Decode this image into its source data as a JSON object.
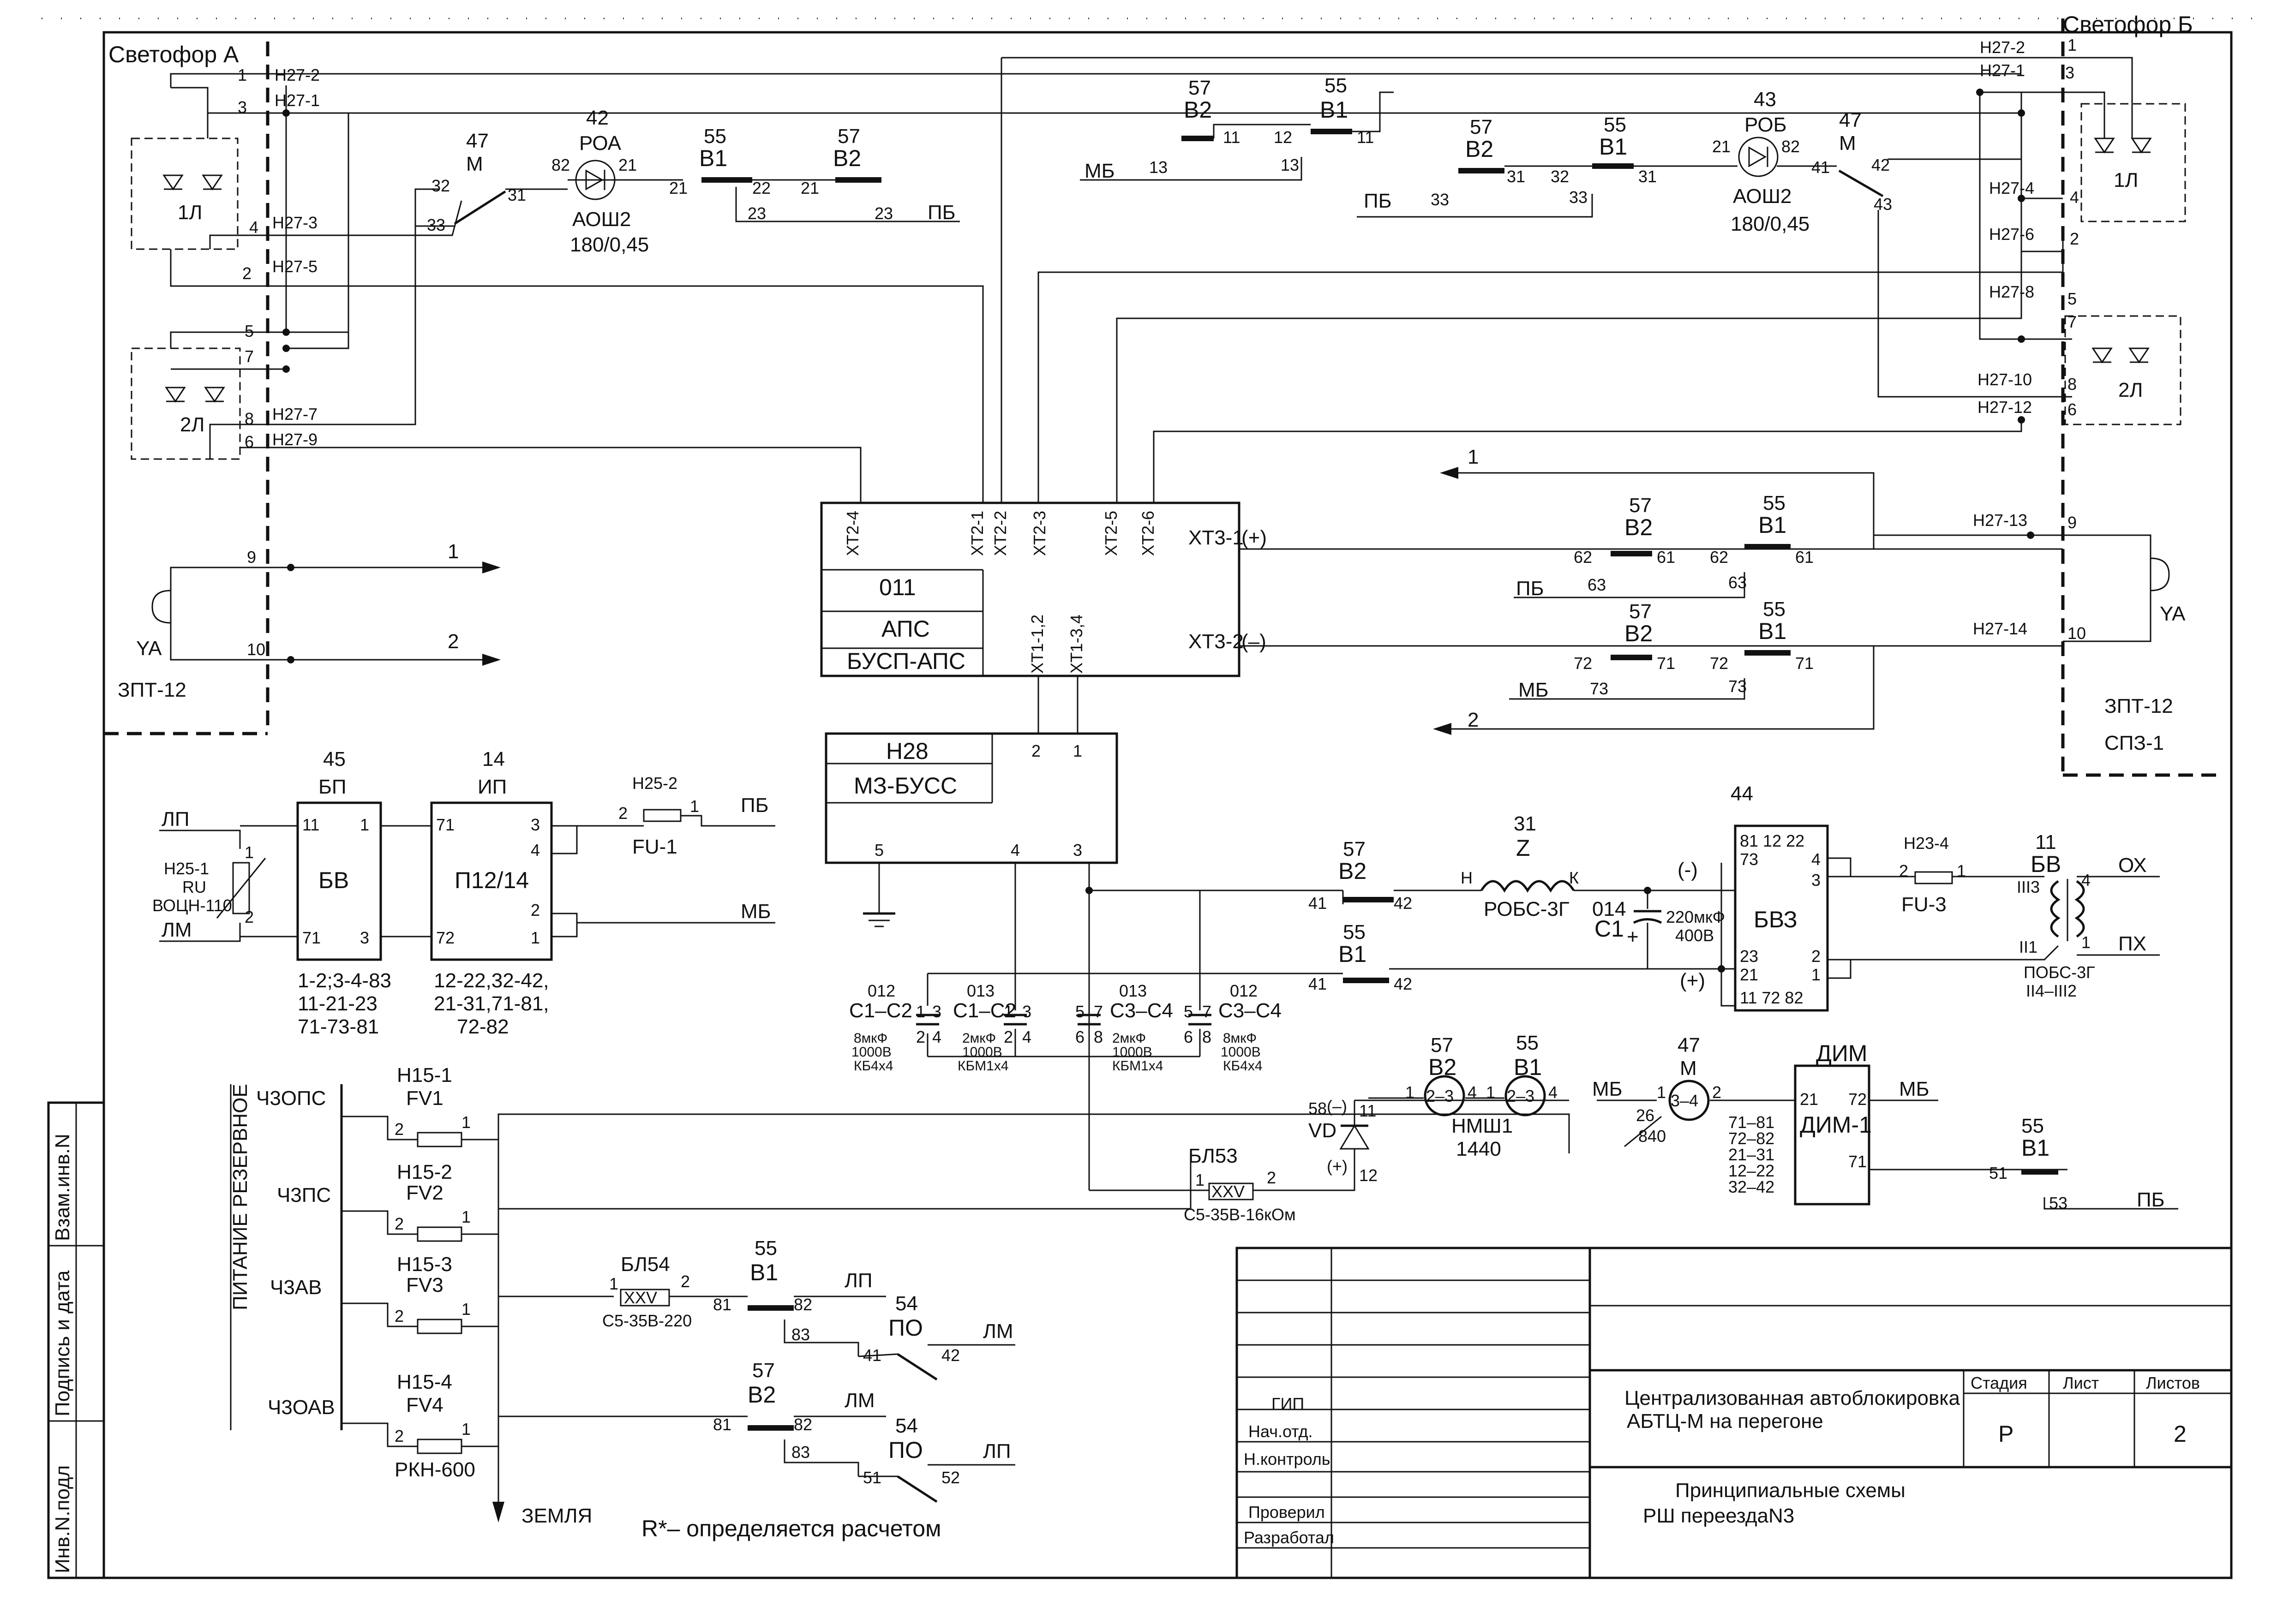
{
  "signals": {
    "a": {
      "title": "Светофор А",
      "wire1": "Н27-2",
      "wire2": "Н27-1",
      "wire3": "Н27-3",
      "wire5": "Н27-5",
      "wire7": "Н27-7",
      "wire9": "Н27-9",
      "lamp1": "1Л",
      "lamp2": "2Л",
      "pins": [
        "1",
        "3",
        "4",
        "2",
        "5",
        "7",
        "8",
        "6"
      ]
    },
    "b": {
      "title": "Светофор Б",
      "wire1": "Н27-2",
      "wire2": "Н27-1",
      "wire3": "Н27-4",
      "wire4": "Н27-6",
      "wire5": "Н27-8",
      "wire6": "Н27-10",
      "wire7": "Н27-12",
      "lamp1": "1Л",
      "lamp2": "2Л",
      "pins": [
        "1",
        "3",
        "4",
        "2",
        "5",
        "7",
        "8",
        "6"
      ]
    }
  },
  "top_left": {
    "relay_m": {
      "num": "47",
      "name": "М",
      "c1": "32",
      "c2": "31",
      "c3": "33"
    },
    "roa": {
      "num": "42",
      "name": "РОА",
      "c1": "82",
      "c2": "21",
      "type": "АОШ2",
      "rating": "180/0,45"
    },
    "v1": {
      "num": "55",
      "name": "В1",
      "c1": "21",
      "c2": "22",
      "c3": "23"
    },
    "v2": {
      "num": "57",
      "name": "В2",
      "c1": "21",
      "c2": "23"
    },
    "pb": "ПБ"
  },
  "top_right": {
    "v2a": {
      "num": "57",
      "name": "В2",
      "c1": "11",
      "c2": "13"
    },
    "v1a": {
      "num": "55",
      "name": "В1",
      "c1": "12",
      "c2": "11",
      "c3": "13"
    },
    "mb": "МБ",
    "v2b": {
      "num": "57",
      "name": "В2",
      "c1": "31",
      "c2": "33"
    },
    "v1b": {
      "num": "55",
      "name": "В1",
      "c1": "32",
      "c2": "31",
      "c3": "33"
    },
    "pb": "ПБ",
    "rob": {
      "num": "43",
      "name": "РОБ",
      "c1": "21",
      "c2": "82",
      "type": "АОШ2",
      "rating": "180/0,45"
    },
    "relay_m": {
      "num": "47",
      "name": "М",
      "c1": "41",
      "c2": "42",
      "c3": "43"
    }
  },
  "buspaps": {
    "pins_top": [
      "ХТ2-4",
      "ХТ2-1",
      "ХТ2-2",
      "ХТ2-3",
      "ХТ2-5",
      "ХТ2-6"
    ],
    "pin_plus": "ХТ3-1",
    "pin_minus": "ХТ3-2",
    "plus": "(+)",
    "minus": "(–)",
    "pins_bottom": [
      "ХТ1-1,2",
      "ХТ1-3,4"
    ],
    "cells": [
      "011",
      "АПС",
      "БУСП-АПС"
    ]
  },
  "right_mid": {
    "arrow1": "1",
    "arrow2": "2",
    "v2p": {
      "num": "57",
      "name": "В2",
      "c1": "62",
      "c2": "61",
      "c3": "63"
    },
    "v1p": {
      "num": "55",
      "name": "В1",
      "c1": "62",
      "c2": "61",
      "c3": "63"
    },
    "v2m": {
      "num": "57",
      "name": "В2",
      "c1": "72",
      "c2": "71",
      "c3": "73"
    },
    "v1m": {
      "num": "55",
      "name": "В1",
      "c1": "72",
      "c2": "71",
      "c3": "73"
    },
    "pb": "ПБ",
    "mb": "МБ",
    "w13": "Н27-13",
    "w14": "Н27-14",
    "p9": "9",
    "p10": "10",
    "bell": "YA",
    "zpt": "ЗПТ-12",
    "spz": "СПЗ-1"
  },
  "left_mid": {
    "p9": "9",
    "p10": "10",
    "arrow1": "1",
    "arrow2": "2",
    "bell": "YA",
    "zpt": "ЗПТ-12"
  },
  "mz": {
    "cells": [
      "Н28",
      "МЗ-БУСС"
    ],
    "pins": [
      "2",
      "1",
      "5",
      "4",
      "3"
    ]
  },
  "power": {
    "lp": "ЛП",
    "lm": "ЛМ",
    "rv": {
      "wire": "Н25-1",
      "name": "RU",
      "type": "ВОЦН-110"
    },
    "bp": {
      "num": "45",
      "name": "БП",
      "label": "БВ",
      "pins": [
        "11",
        "1",
        "71",
        "3"
      ],
      "notes": [
        "1-2;3-4-83",
        "11-21-23",
        "71-73-81"
      ]
    },
    "ip": {
      "num": "14",
      "name": "ИП",
      "label": "П12/14",
      "pins": [
        "71",
        "3",
        "4",
        "72",
        "2",
        "1"
      ],
      "notes": [
        "12-22,32-42,",
        "21-31,71-81,",
        "72-82"
      ]
    },
    "fu1": {
      "wire": "Н25-2",
      "name": "FU-1",
      "p1": "2",
      "p2": "1"
    },
    "pb": "ПБ",
    "mb": "МБ",
    "pin1": "1",
    "pin2": "2"
  },
  "lower_mid": {
    "v2": {
      "num": "57",
      "name": "В2",
      "c1": "41",
      "c2": "42"
    },
    "v1": {
      "num": "55",
      "name": "В1",
      "c1": "41",
      "c2": "42"
    },
    "choke": {
      "num": "31",
      "name": "Z",
      "h": "Н",
      "k": "К",
      "type": "РОБС-3Г"
    },
    "c1": {
      "code": "014",
      "name": "С1",
      "value": "220мкФ",
      "volt": "400В",
      "plus": "+"
    },
    "bvz": {
      "num": "44",
      "label": "БВЗ",
      "pins_top": "81 12 22",
      "p73": "73",
      "p4": "4",
      "p3": "3",
      "p23": "23",
      "p21": "21",
      "p2": "2",
      "p1": "1",
      "pins_bot": "11 72 82",
      "minus": "(-)",
      "plus": "(+)"
    },
    "fu3": {
      "wire": "Н23-4",
      "name": "FU-3",
      "p1": "2",
      "p2": "1"
    },
    "bv": {
      "num": "11",
      "name": "БВ",
      "p1": "III3",
      "p2": "4",
      "p3": "II1",
      "p4": "1",
      "type": "ПОБС-3Г",
      "note": "II4–III2"
    },
    "ox": "ОХ",
    "px": "ПХ"
  },
  "caps": [
    {
      "code": "012",
      "name": "С1–С2",
      "p": [
        "1",
        "3",
        "2",
        "4"
      ],
      "value": "8мкФ",
      "volt": "1000В",
      "type": "КБ4х4"
    },
    {
      "code": "013",
      "name": "С1–С2",
      "p": [
        "1",
        "3",
        "2",
        "4"
      ],
      "value": "2мкФ",
      "volt": "1000В",
      "type": "КБМ1х4"
    },
    {
      "code": "013",
      "name": "С3–С4",
      "p": [
        "5",
        "7",
        "6",
        "8"
      ],
      "value": "2мкФ",
      "volt": "1000В",
      "type": "КБМ1х4"
    },
    {
      "code": "012",
      "name": "С3–С4",
      "p": [
        "5",
        "7",
        "6",
        "8"
      ],
      "value": "8мкФ",
      "volt": "1000В",
      "type": "КБ4х4"
    }
  ],
  "fuse_block": {
    "side_label": "ПИТАНИЕ РЕЗЕРВНОЕ",
    "rows": [
      {
        "bus": "Ч3ОПС",
        "wire": "Н15-1",
        "name": "FV1",
        "p1": "2",
        "p2": "1"
      },
      {
        "bus": "Ч3ПС",
        "wire": "Н15-2",
        "name": "FV2",
        "p1": "2",
        "p2": "1"
      },
      {
        "bus": "Ч3АВ",
        "wire": "Н15-3",
        "name": "FV3",
        "p1": "2",
        "p2": "1"
      },
      {
        "bus": "Ч3ОАВ",
        "wire": "Н15-4",
        "name": "FV4",
        "p1": "2",
        "p2": "1"
      }
    ],
    "rkn": "РКН-600",
    "ground": "ЗЕМЛЯ",
    "note": "R*– определяется расчетом"
  },
  "vd": {
    "num": "58",
    "name": "VD",
    "minus": "(–)",
    "plus": "(+)",
    "p1": "11",
    "p2": "12"
  },
  "bl53": {
    "name": "БЛ53",
    "label": "XXV",
    "p1": "1",
    "p2": "2",
    "type": "С5-35В-16кОм"
  },
  "bl54": {
    "name": "БЛ54",
    "label": "XXV",
    "p1": "1",
    "p2": "2",
    "type": "С5-35В-220"
  },
  "nmsh": {
    "r1": {
      "num": "57",
      "name": "В2",
      "coil": "2–3",
      "p1": "1",
      "p2": "4"
    },
    "r2": {
      "num": "55",
      "name": "В1",
      "coil": "2–3",
      "p1": "1",
      "p2": "4"
    },
    "type": "НМШ1",
    "value": "1440"
  },
  "m_relay": {
    "num": "47",
    "name": "М",
    "coil": "3–4",
    "p1": "1",
    "p2": "2",
    "mb": "МБ",
    "note1": "26",
    "note2": "840"
  },
  "dim": {
    "title": "ДИМ",
    "name": "ДИМ-1",
    "p21": "21",
    "p72": "72",
    "p71": "71",
    "mb": "МБ",
    "notes": [
      "71–81",
      "72–82",
      "21–31",
      "12–22",
      "32–42"
    ]
  },
  "v1_low": {
    "num": "55",
    "name": "В1",
    "c1": "51",
    "c2": "53",
    "pb": "ПБ"
  },
  "low_v1": {
    "num": "55",
    "name": "В1",
    "c1": "81",
    "c2": "82",
    "c3": "83",
    "lp": "ЛП"
  },
  "po1": {
    "num": "54",
    "name": "ПО",
    "c1": "41",
    "c2": "42",
    "lm": "ЛМ"
  },
  "low_v2": {
    "num": "57",
    "name": "В2",
    "c1": "81",
    "c2": "82",
    "c3": "83",
    "lm": "ЛМ"
  },
  "po2": {
    "num": "54",
    "name": "ПО",
    "c1": "51",
    "c2": "52",
    "lp": "ЛП"
  },
  "margin": {
    "inv": "Инв.N.подл",
    "sign": "Подпись и дата",
    "vzam": "Взам.инв.N"
  },
  "stamp": {
    "roles": [
      "ГИП",
      "Нач.отд.",
      "Н.контроль",
      "Проверил",
      "Разработал"
    ],
    "title1": "Централизованная автоблокировка",
    "title2": "АБТЦ-М на перегоне",
    "sub1": "Принципиальные схемы",
    "sub2": "РШ переездаN3",
    "col_stage": "Стадия",
    "col_sheet": "Лист",
    "col_sheets": "Листов",
    "stage": "Р",
    "sheet": "",
    "sheets": "2"
  }
}
